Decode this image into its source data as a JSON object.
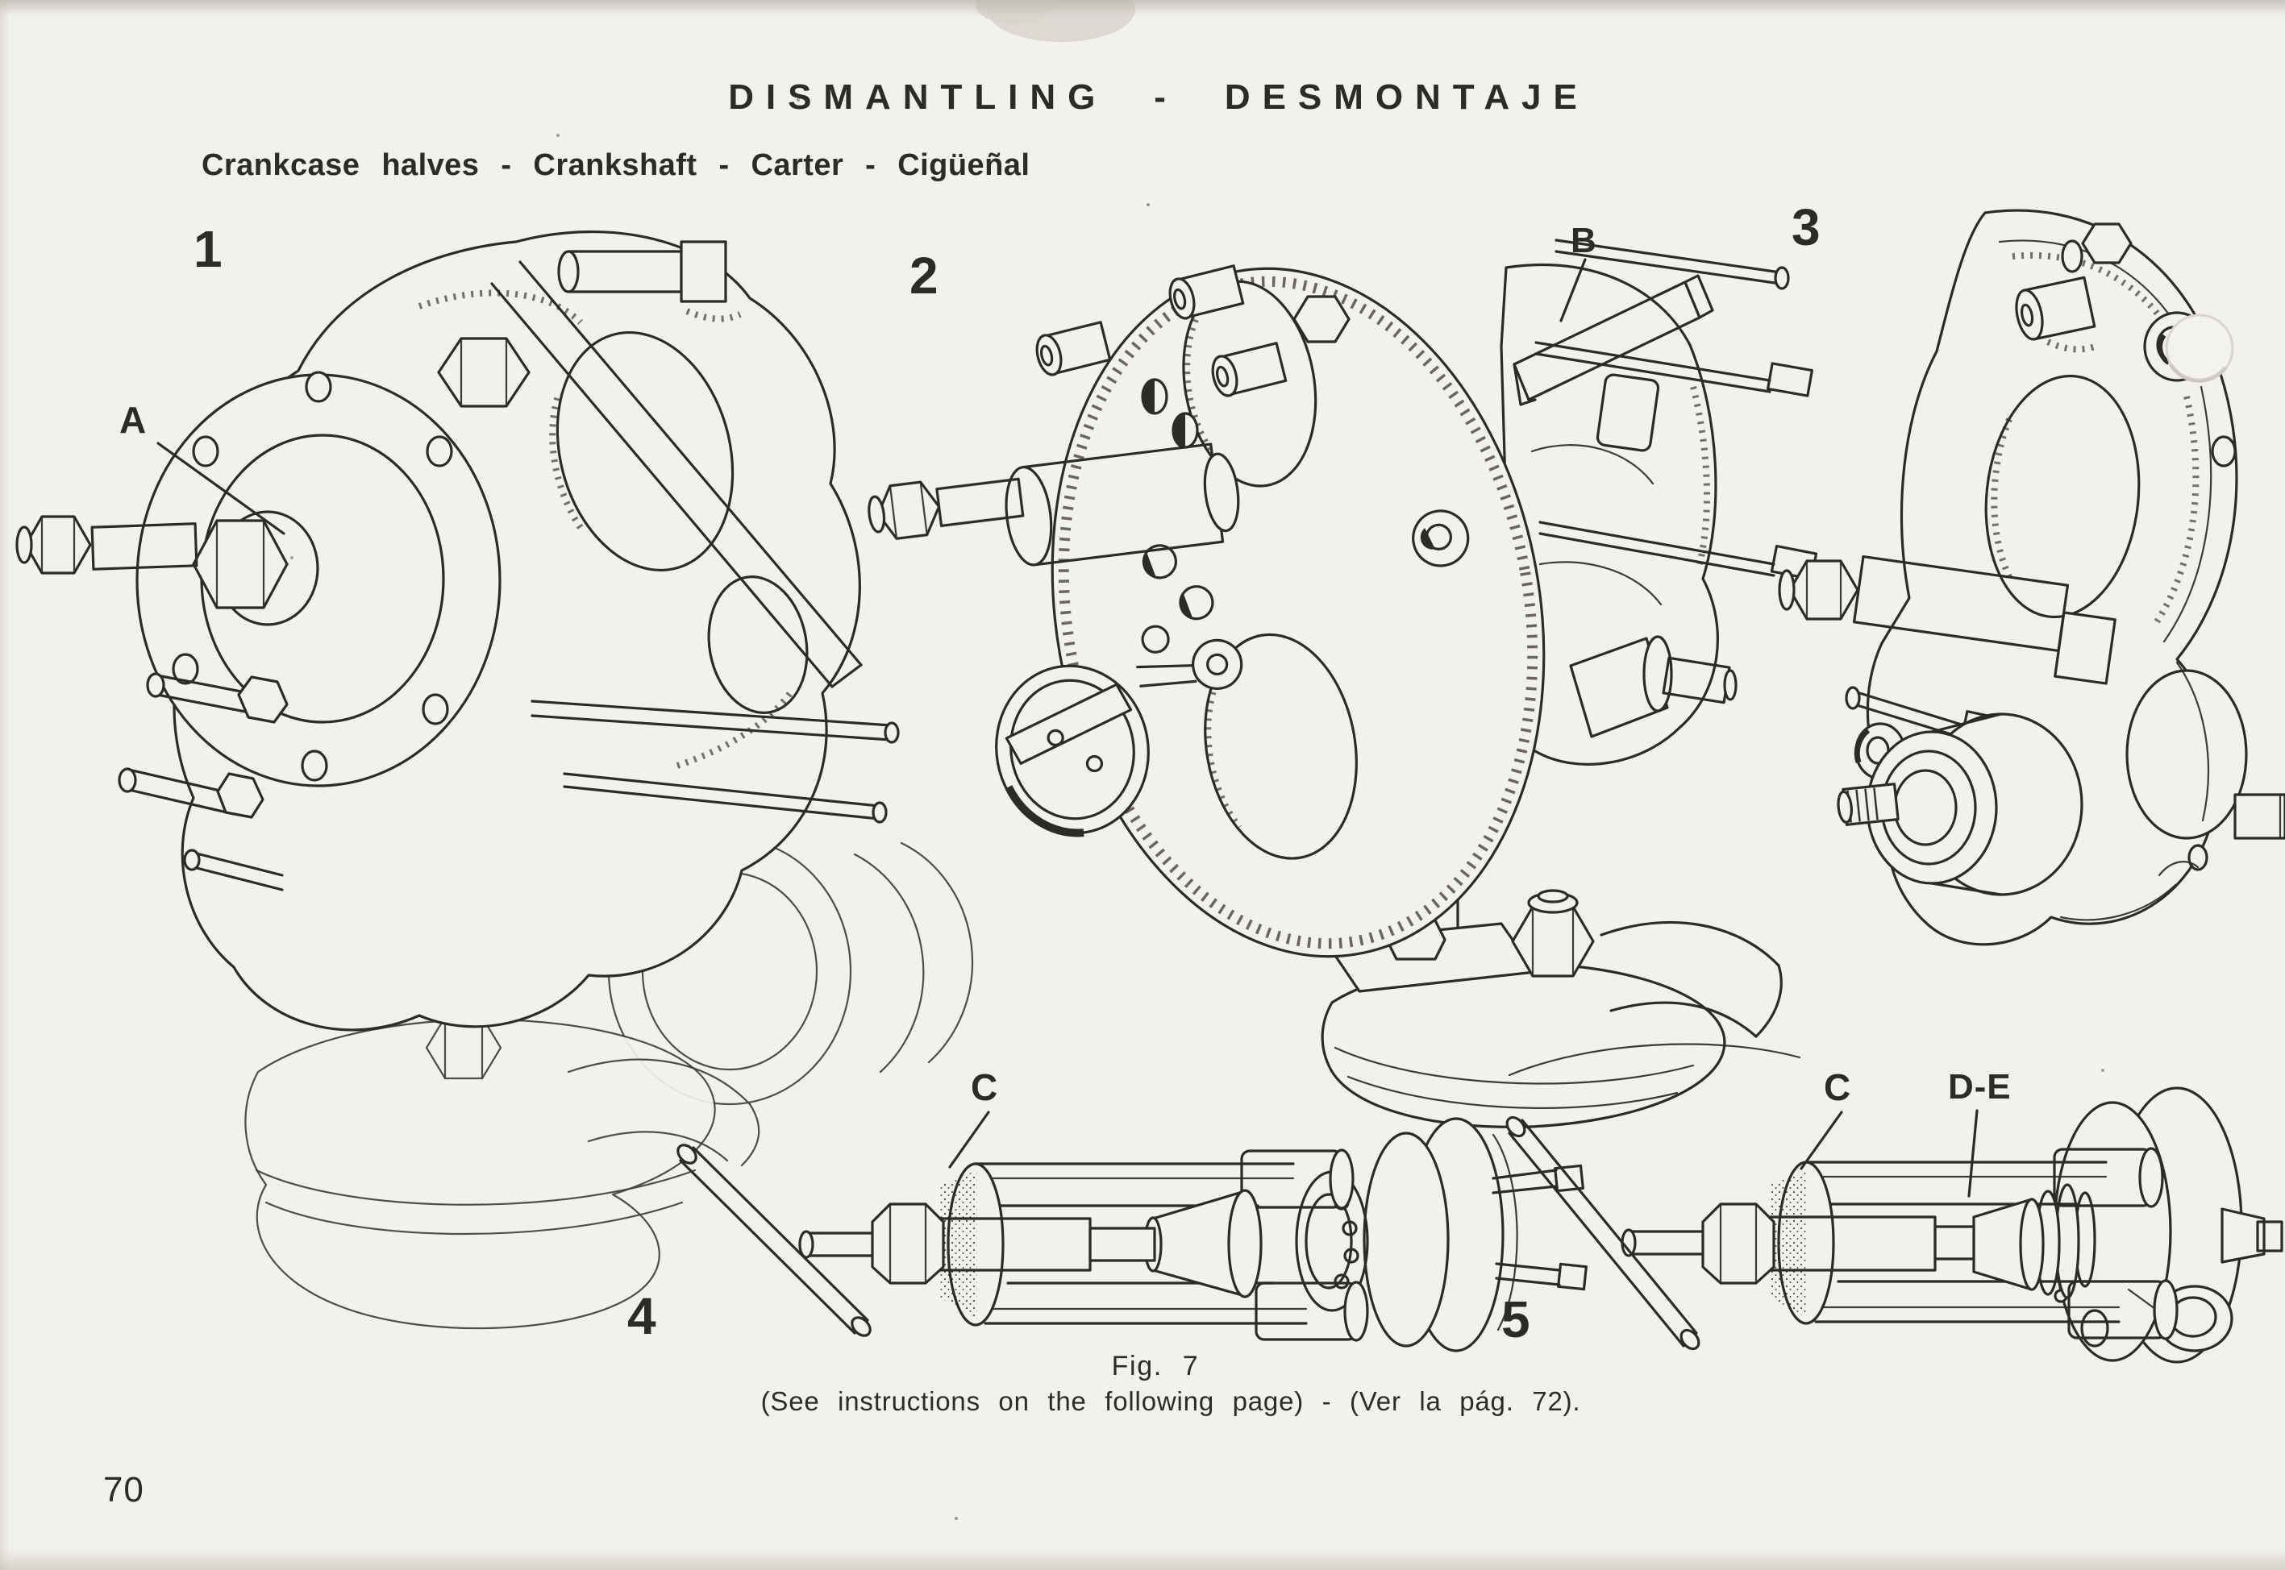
{
  "colors": {
    "paper": "#f3f1ec",
    "ink": "#2d2b27"
  },
  "header": {
    "title": "DISMANTLING - DESMONTAJE",
    "subtitle": "Crankcase halves - Crankshaft - Carter - Cigüeñal"
  },
  "figures": {
    "fig1": {
      "number": "1",
      "label_a": "A"
    },
    "fig2": {
      "number": "2",
      "label_b": "B"
    },
    "fig3": {
      "number": "3"
    },
    "fig4": {
      "number": "4",
      "label_c": "C"
    },
    "fig5": {
      "number": "5",
      "label_c": "C",
      "label_de": "D-E"
    }
  },
  "caption": {
    "figure": "Fig. 7",
    "note": "(See instructions on the following page) - (Ver la pág. 72)."
  },
  "footer": {
    "page_number": "70"
  }
}
